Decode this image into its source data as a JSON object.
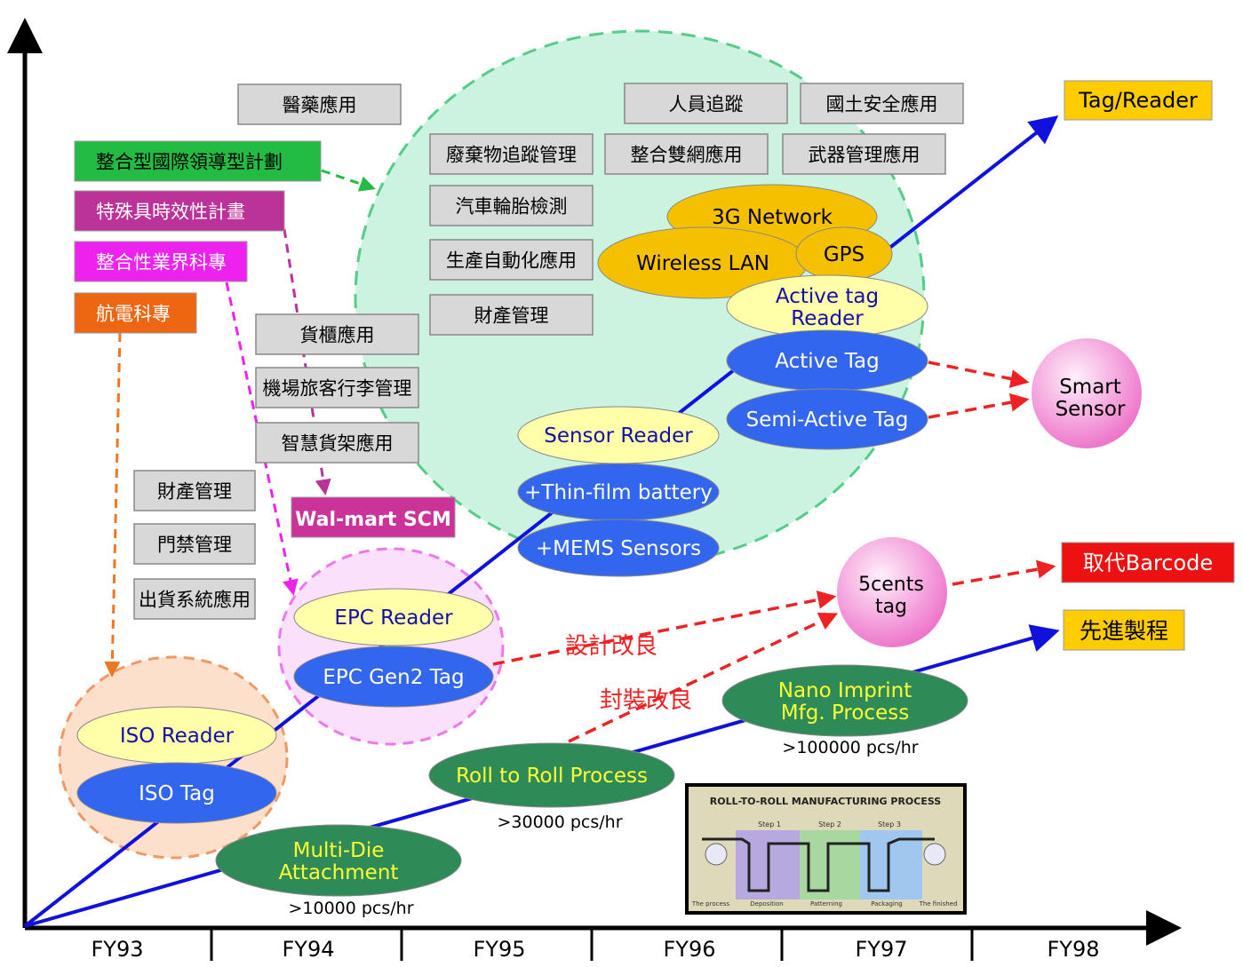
{
  "x_axis": {
    "labels": [
      "FY93",
      "FY94",
      "FY95",
      "FY96",
      "FY97",
      "FY98"
    ]
  },
  "application_boxes": [
    "醫藥應用",
    "人員追蹤",
    "國土安全應用",
    "廢棄物追蹤管理",
    "整合雙網應用",
    "武器管理應用",
    "汽車輪胎檢測",
    "生產自動化應用",
    "財產管理",
    "貨櫃應用",
    "機場旅客行李管理",
    "智慧貨架應用",
    "財產管理",
    "門禁管理",
    "出貨系統應用"
  ],
  "programs": [
    {
      "label": "整合型國際領導型計劃",
      "color": "#22bb44"
    },
    {
      "label": "特殊具時效性計畫",
      "color": "#bb3399"
    },
    {
      "label": "整合性業界科專",
      "color": "#ee22ee"
    },
    {
      "label": "航電科專",
      "color": "#ee6611"
    }
  ],
  "tag_reader_line": {
    "label": "Tag/Reader",
    "nodes": [
      "ISO Reader",
      "ISO Tag",
      "EPC Reader",
      "EPC Gen2 Tag",
      "Wal-mart SCM",
      "Sensor Reader",
      "+Thin-film battery",
      "+MEMS Sensors",
      "Active tag Reader",
      "Active Tag",
      "Semi-Active Tag",
      "3G Network",
      "Wireless LAN",
      "GPS"
    ]
  },
  "smart_sensor": "Smart Sensor",
  "process_line": {
    "label": "先進製程",
    "nodes": [
      {
        "name": "Multi-Die Attachment",
        "rate": ">10000 pcs/hr"
      },
      {
        "name": "Roll to Roll Process",
        "rate": ">30000 pcs/hr"
      },
      {
        "name": "Nano Imprint Mfg.  Process",
        "rate": ">100000 pcs/hr"
      }
    ]
  },
  "five_cents_tag": "5cents tag",
  "barcode_target": "取代Barcode",
  "improvements": {
    "design": "設計改良",
    "packaging": "封裝改良"
  },
  "inset": {
    "title": "ROLL-TO-ROLL MANUFACTURING PROCESS",
    "steps": [
      "Step 1",
      "Step 2",
      "Step 3"
    ],
    "captions": [
      "The process",
      "Deposition",
      "Patterning",
      "Packaging",
      "The finished"
    ]
  },
  "colors": {
    "blue_line": "#1111dd",
    "red_arrow": "#ee2222",
    "ellipse_blue": "#3366ee",
    "ellipse_yellow": "#ffffaa",
    "ellipse_gold": "#f5c000",
    "ellipse_green": "#2e8b57",
    "green_text": "#ffff33",
    "box_grey": "#d8d8d8",
    "label_gold": "#ffcc00",
    "label_red": "#ee1111"
  }
}
